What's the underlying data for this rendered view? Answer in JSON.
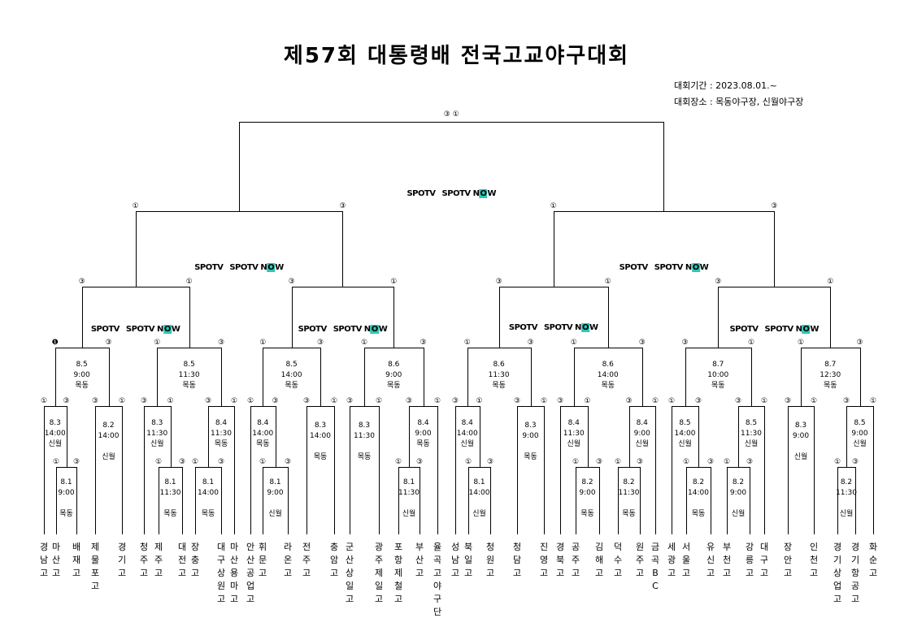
{
  "title": "제57회 대통령배 전국고교야구대회",
  "info": {
    "period": "대회기간 : 2023.08.01.~",
    "venue": "대회장소 : 목동야구장, 신월야구장"
  },
  "logo": {
    "spotv": "SPOTV",
    "now_prefix": "SPOTV N",
    "now_mid": "O",
    "now_suffix": "W"
  },
  "teams": [
    "경남고",
    "마산고",
    "배재고",
    "제물포고",
    "경기고",
    "청주고",
    "제주고",
    "대전고",
    "장충고",
    "대구상원고",
    "마산용마고",
    "안산공업고",
    "휘문고",
    "라온고",
    "전주고",
    "충암고",
    "군산상일고",
    "광주제일고",
    "포항제철고",
    "부산고",
    "율곡고야구단",
    "성남고",
    "북일고",
    "청원고",
    "청담고",
    "진영고",
    "경북고",
    "공주고",
    "김해고",
    "덕수고",
    "원주고",
    "금곡BC",
    "세광고",
    "서울고",
    "유신고",
    "부천고",
    "강릉고",
    "대구고",
    "장안고",
    "인천고",
    "경기상업고",
    "경기항공고",
    "화순고"
  ],
  "schedules": [
    {
      "text": "8.3\n14:00\n신월"
    },
    {
      "text": "8.1\n9:00\n\n목동"
    },
    {
      "text": "8.2\n14:00\n\n신월"
    },
    {
      "text": "8.3\n11:30\n신월"
    },
    {
      "text": "8.1\n11:30\n\n목동"
    },
    {
      "text": "8.4\n11:30\n목동"
    },
    {
      "text": "8.1\n14:00\n\n목동"
    },
    {
      "text": "8.4\n14:00\n목동"
    },
    {
      "text": "8.1\n9:00\n\n신월"
    },
    {
      "text": "8.3\n14:00\n\n목동"
    },
    {
      "text": "8.3\n11:30\n\n목동"
    },
    {
      "text": "8.4\n9:00\n목동"
    },
    {
      "text": "8.1\n11:30\n\n신월"
    },
    {
      "text": "8.4\n14:00\n신월"
    },
    {
      "text": "8.1\n14:00\n\n신월"
    },
    {
      "text": "8.3\n9:00\n\n목동"
    },
    {
      "text": "8.4\n11:30\n신월"
    },
    {
      "text": "8.2\n9:00\n\n목동"
    },
    {
      "text": "8.4\n9:00\n신월"
    },
    {
      "text": "8.2\n11:30\n\n목동"
    },
    {
      "text": "8.5\n14:00\n신월"
    },
    {
      "text": "8.2\n14:00\n\n목동"
    },
    {
      "text": "8.5\n11:30\n신월"
    },
    {
      "text": "8.2\n9:00\n\n신월"
    },
    {
      "text": "8.3\n9:00\n\n신월"
    },
    {
      "text": "8.5\n9:00\n신월"
    },
    {
      "text": "8.2\n11:30\n\n신월"
    },
    {
      "text": "8.5\n9:00\n목동"
    },
    {
      "text": "8.5\n11:30\n목동"
    },
    {
      "text": "8.5\n14:00\n목동"
    },
    {
      "text": "8.6\n9:00\n목동"
    },
    {
      "text": "8.6\n11:30\n목동"
    },
    {
      "text": "8.6\n14:00\n목동"
    },
    {
      "text": "8.7\n10:00\n목동"
    },
    {
      "text": "8.7\n12:30\n목동"
    }
  ],
  "markers": {
    "one": "①",
    "three": "③",
    "one_bold": "❶"
  }
}
